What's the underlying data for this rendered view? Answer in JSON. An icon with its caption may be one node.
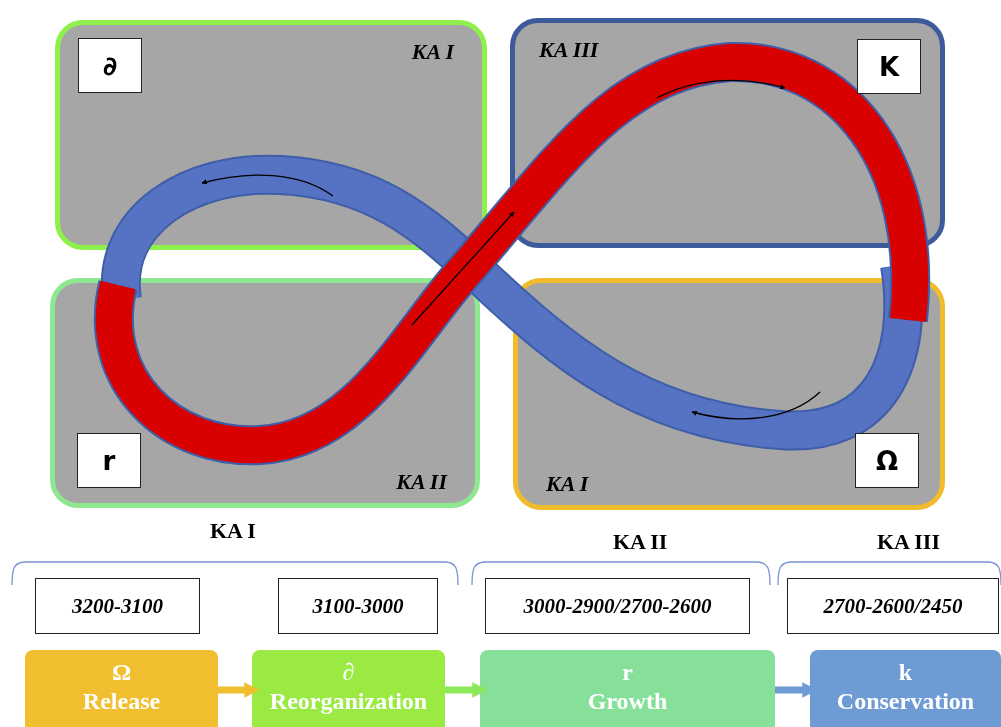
{
  "diagram": {
    "nodes": [
      {
        "text": [
          "KA I"
        ]
      },
      {
        "text": [
          "∂"
        ],
        "in": 0
      },
      {
        "text": [
          "KA III"
        ]
      },
      {
        "text": [
          "K"
        ],
        "in": 2
      },
      {
        "text": [
          "KA II"
        ]
      },
      {
        "text": [
          "r"
        ],
        "in": 4
      },
      {
        "text": [
          "KA I"
        ]
      },
      {
        "text": [
          "Ω"
        ],
        "in": 6
      },
      {
        "text": [
          "3200-3100"
        ]
      },
      {
        "text": [
          "3100-3000"
        ]
      },
      {
        "text": [
          "3000-2900/2700-2600"
        ]
      },
      {
        "text": [
          "2700-2600/2450"
        ]
      },
      {
        "text": [
          "Ω",
          "Release"
        ]
      },
      {
        "text": [
          "∂",
          "Reorganization"
        ]
      },
      {
        "text": [
          "r",
          "Growth"
        ]
      },
      {
        "text": [
          "k",
          "Conservation"
        ]
      }
    ],
    "edges": [
      {
        "from": 12,
        "to": 13,
        "arrow": "to",
        "color": "#f0be2e"
      },
      {
        "from": 13,
        "to": 14,
        "arrow": "to",
        "color": "#8de85a"
      },
      {
        "from": 14,
        "to": 15,
        "arrow": "to",
        "color": "#6f9bd4"
      }
    ],
    "labels": [
      "KA I",
      "KA II",
      "KA III"
    ]
  }
}
